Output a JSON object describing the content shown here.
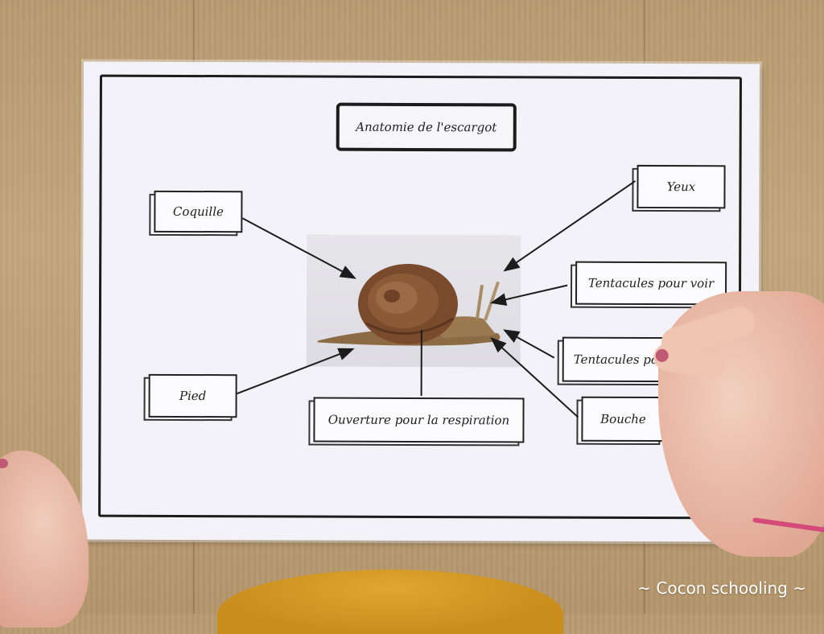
{
  "worksheet": {
    "title": "Anatomie de l'escargot",
    "labels": {
      "coquille": "Coquille",
      "pied": "Pied",
      "ouverture": "Ouverture pour la respiration",
      "yeux": "Yeux",
      "tentacules_voir": "Tentacules pour voir",
      "tentacules_sentir": "Tentacules pour sentir",
      "bouche": "Bouche"
    }
  },
  "watermark": "~ Cocon schooling ~",
  "colors": {
    "paper": "#f3f2f8",
    "frame": "#1c1c1c",
    "table_wood": "#bfa277",
    "sleeve": "#d89b22",
    "shell": "#7a4a2c"
  }
}
